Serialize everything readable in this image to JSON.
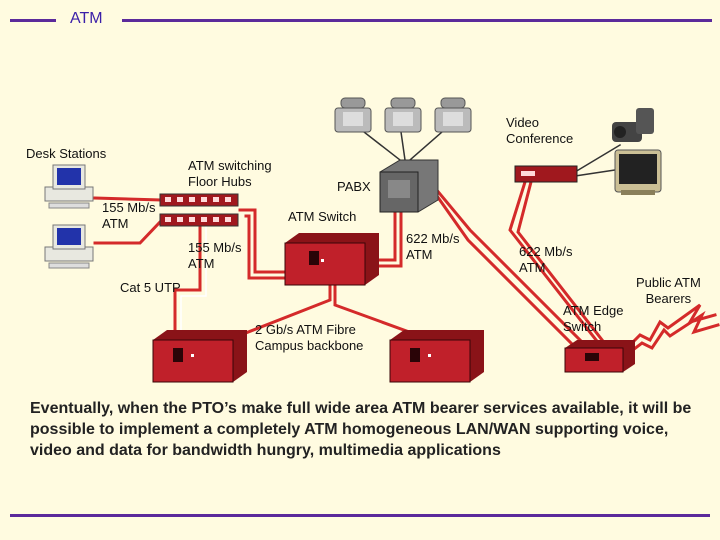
{
  "title": "ATM",
  "labels": {
    "desk_stations": "Desk Stations",
    "atm_switching_floor_hubs": [
      "ATM switching",
      "Floor  Hubs"
    ],
    "pabx": "PABX",
    "atm_switch": "ATM Switch",
    "speed_155_top": [
      "155 Mb/s",
      "ATM"
    ],
    "speed_155_mid": [
      "155 Mb/s",
      "ATM"
    ],
    "cat5_utp": "Cat 5 UTP",
    "speed_622_left": [
      "622 Mb/s",
      "ATM"
    ],
    "speed_622_right": [
      "622 Mb/s",
      "ATM"
    ],
    "video_conference": [
      "Video",
      "Conference"
    ],
    "public_atm_bearers": [
      "Public ATM",
      "Bearers"
    ],
    "atm_edge_switch": [
      "ATM Edge",
      "Switch"
    ],
    "campus_backbone": [
      "2 Gb/s ATM Fibre",
      "Campus backbone"
    ]
  },
  "caption": "Eventually, when the PTO’s make full wide area ATM bearer services available, it will be possible to implement a completely  ATM homogeneous LAN/WAN supporting voice, video and data  for bandwidth hungry, multimedia applications",
  "colors": {
    "background": "#fffbe0",
    "accent_rule": "#5b2a9b",
    "device_red": "#c0202a",
    "link_red": "#d42a2a",
    "link_dark": "#333333"
  }
}
